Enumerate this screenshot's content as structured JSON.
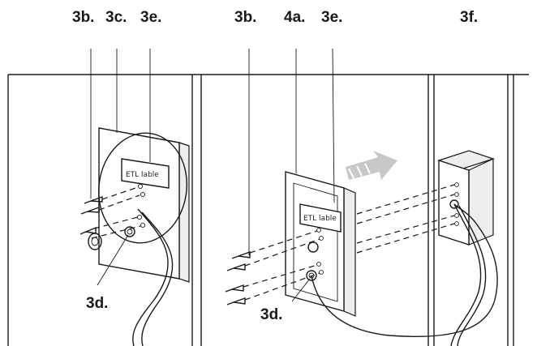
{
  "labels": {
    "left_3b": "3b.",
    "left_3c": "3c.",
    "left_3e": "3e.",
    "left_3d": "3d.",
    "left_etl": "ETL lable",
    "right_3b": "3b.",
    "right_4a": "4a.",
    "right_3e": "3e.",
    "right_3f": "3f.",
    "right_3d": "3d.",
    "right_etl": "ETL lable"
  },
  "colors": {
    "line": "#1a1a1a",
    "arrow_gray": "#c8c8c8",
    "background": "#ffffff"
  }
}
